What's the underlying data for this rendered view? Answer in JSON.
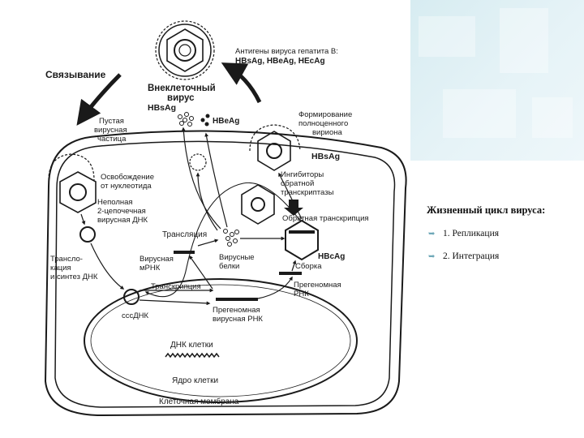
{
  "diagram": {
    "binding": "Связывание",
    "extracellular_virus_1": "Внеклеточный",
    "extracellular_virus_2": "вирус",
    "antigens_1": "Антигены вируса гепатита В:",
    "antigens_2": "HBsAg, HBeAg, HEcAg",
    "hbsag_top": "HBsAg",
    "hbeag": "HBeAg",
    "empty_particle_1": "Пустая",
    "empty_particle_2": "вирусная",
    "empty_particle_3": "частица",
    "forming_1": "Формирование",
    "forming_2": "полноценного",
    "forming_3": "вириона",
    "hbsag_mid": "HBsAg",
    "release_1": "Освобождение",
    "release_2": "от нуклеотида",
    "inhibitors_1": "Ингибиторы",
    "inhibitors_2": "обратной",
    "inhibitors_3": "транскриптазы",
    "incomplete_1": "Неполная",
    "incomplete_2": "2-цепочечная",
    "incomplete_3": "вирусная ДНК",
    "reverse_transcription": "Обратная транскрипция",
    "translation": "Трансляция",
    "hbcag": "HBcAg",
    "translocation_1": "Трансло-",
    "translocation_2": "кация",
    "translocation_3": "и синтез ДНК",
    "viral_mrna_1": "Вирусная",
    "viral_mrna_2": "мРНК",
    "viral_proteins_1": "Вирусные",
    "viral_proteins_2": "белки",
    "assembly": "Сборка",
    "pregenomic_1": "Прегеномная",
    "pregenomic_2": "РНК",
    "transcription": "Транскрипция",
    "cccdna": "cccДНК",
    "pregenomic_viral_1": "Прегеномная",
    "pregenomic_viral_2": "вирусная РНК",
    "cell_dna": "ДНК клетки",
    "cell_nucleus": "Ядро клетки",
    "cell_membrane": "Клеточная мембрана"
  },
  "slide": {
    "title": "Жизненный цикл вируса:",
    "points": [
      "1. Репликация",
      "2. Интеграция"
    ]
  },
  "colors": {
    "accent": "#6fa8b8",
    "panel": "#d7ecf1"
  },
  "icons": {
    "bullet": "arrow-bullet-icon"
  }
}
